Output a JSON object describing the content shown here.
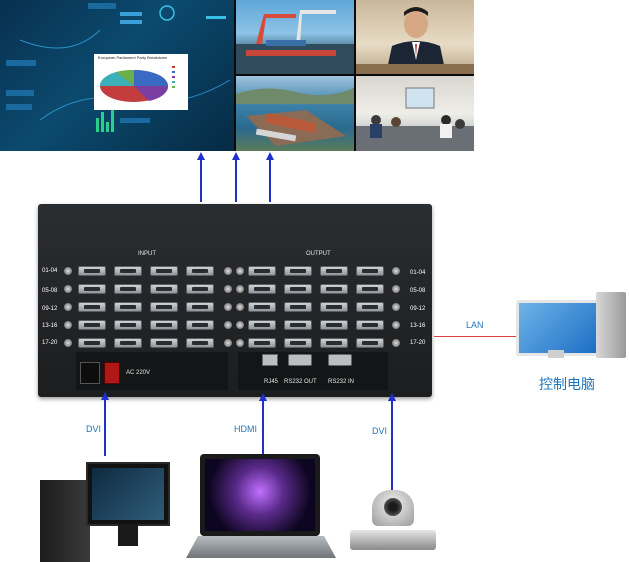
{
  "matrix": {
    "input_label": "INPUT",
    "output_label": "OUTPUT",
    "row_labels_left": [
      "01-04",
      "05-08",
      "09-12",
      "13-16",
      "17-20"
    ],
    "row_labels_right": [
      "01-04",
      "05-08",
      "09-12",
      "13-16",
      "17-20"
    ],
    "power_label": "AC 220V",
    "rj45_label": "RJ45",
    "rs232_out_label": "RS232 OUT",
    "rs232_in_label": "RS232 IN"
  },
  "wall": {
    "chart_title": "European Parliament Party Breakdown"
  },
  "connections": {
    "lan_label": "LAN",
    "control_pc_label": "控制电脑",
    "dvi_left_label": "DVI",
    "hdmi_label": "HDMI",
    "dvi_right_label": "DVI"
  },
  "colors": {
    "arrow": "#1f31c9",
    "lan_line": "#d94040",
    "label_text": "#1d75bd"
  }
}
